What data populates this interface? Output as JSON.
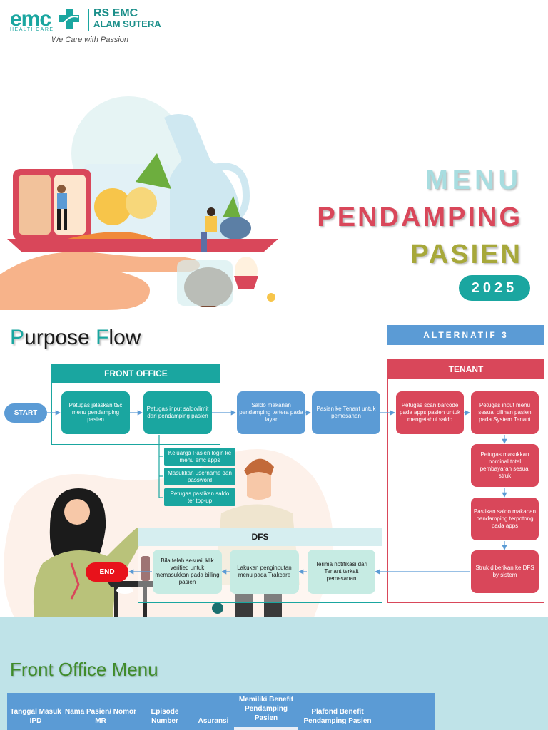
{
  "header": {
    "logo_main": "emc",
    "logo_sub": "HEALTHCARE",
    "hospital_line1": "RS EMC",
    "hospital_line2": "ALAM SUTERA",
    "tagline": "We Care with Passion"
  },
  "title": {
    "line1": "MENU",
    "line2": "PENDAMPING",
    "line3": "PASIEN",
    "year": "2025"
  },
  "flow": {
    "heading_p": "P",
    "heading_rest1": "urpose ",
    "heading_f": "F",
    "heading_rest2": "low",
    "alternative": "ALTERNATIF 3",
    "front_office": "FRONT OFFICE",
    "tenant": "TENANT",
    "dfs": "DFS",
    "start": "START",
    "end": "END",
    "fo_step1": "Petugas jelaskan t&c menu pendamping pasien",
    "fo_step2": "Petugas input saldo/limit dari pendamping pasien",
    "step_saldo": "Saldo makanan pendamping tertera pada layar",
    "step_tenant": "Pasien ke Tenant untuk pemesanan",
    "sub1": "Keluarga Pasien login ke menu emc apps",
    "sub2": "Masukkan username dan password",
    "sub3": "Petugas pastikan saldo ter top-up",
    "tn_step1": "Petugas scan barcode pada apps pasien untuk mengetahui saldo",
    "tn_step2": "Petugas input menu sesuai pilihan pasien pada System Tenant",
    "tn_step3": "Petugas masukkan nominal total pembayaran sesuai struk",
    "tn_step4": "Pastikan saldo makanan pendamping terpotong pada apps",
    "tn_step5": "Struk diberikan ke DFS  by sistem",
    "dfs_step1": "Terima notifikasi dari Tenant terkait pemesanan",
    "dfs_step2": "Lakukan penginputan menu pada Trakcare",
    "dfs_step3": "Bila telah sesuai, klik verified untuk memasukkan pada billing pasien"
  },
  "front_office_menu": {
    "heading": "Front Office Menu",
    "columns": [
      "Tanggal Masuk IPD",
      "Nama Pasien/ Nomor MR",
      "Episode Number",
      "Asuransi",
      "Memiliki Benefit Pendamping Pasien",
      "Plafond Benefit Pendamping Pasien"
    ]
  },
  "colors": {
    "teal": "#1aa6a0",
    "blue": "#5b9bd5",
    "red": "#d9475a",
    "olive": "#a7a83a"
  }
}
